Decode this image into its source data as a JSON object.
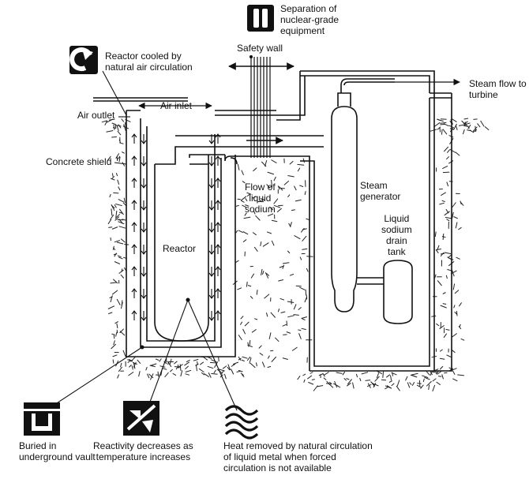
{
  "labels": {
    "separation": [
      "Separation of",
      "nuclear-grade",
      "equipment"
    ],
    "safety_wall": "Safety wall",
    "reactor_cooled": [
      "Reactor cooled by",
      "natural air circulation"
    ],
    "steam_flow": [
      "Steam flow to",
      "turbine"
    ],
    "air_outlet": "Air outlet",
    "air_inlet": "Air inlet",
    "concrete_shield": "Concrete shield",
    "flow_sodium": [
      "Flow of",
      "liquid",
      "sodium"
    ],
    "steam_generator": [
      "Steam",
      "generator"
    ],
    "drain_tank": [
      "Liquid",
      "sodium",
      "drain",
      "tank"
    ],
    "reactor": "Reactor"
  },
  "legend": {
    "vault": [
      "Buried in",
      "underground vault"
    ],
    "reactivity": [
      "Reactivity decreases as",
      "temperature increases"
    ],
    "heat": [
      "Heat removed by natural circulation",
      "of liquid metal when forced",
      "circulation is not available"
    ]
  },
  "icons": [
    "pause-icon",
    "circular-arrow-icon",
    "vault-icon",
    "reactivity-icon",
    "wavy-lines-icon"
  ],
  "colors": {
    "ink": "#111111",
    "background": "#ffffff"
  }
}
